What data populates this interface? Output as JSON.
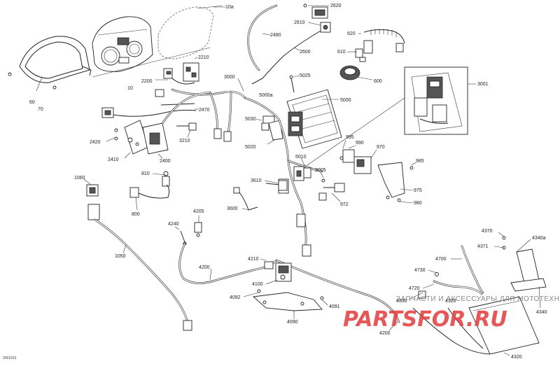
{
  "labels": {
    "l10a": "10a",
    "l10": "10",
    "l60": "60",
    "l70": "70",
    "l2210": "2210",
    "l2200": "2200",
    "l2620": "2620",
    "l2610": "2610",
    "l2480": "2480",
    "l2600": "2600",
    "l620": "620",
    "l610": "610",
    "l600": "600",
    "l3000": "3000",
    "l5025": "5025",
    "l5000a": "5000a",
    "l5000": "5000",
    "l3001": "3001",
    "l2470": "2470",
    "l3210": "3210",
    "l2420": "2420",
    "l2410": "2410",
    "l2400": "2400",
    "l5030": "5030",
    "l5020": "5020",
    "l995": "995",
    "l990": "990",
    "l970": "970",
    "l985": "985",
    "l5010": "5010",
    "l3005": "3005",
    "l975": "975",
    "l980": "980",
    "l810": "810",
    "l1060": "1060",
    "l3610": "3610",
    "l972": "972",
    "l800": "800",
    "l3600": "3600",
    "l4205": "4205",
    "l4240": "4240",
    "l1050": "1050",
    "l4210": "4210",
    "l4200a": "4200",
    "l4100": "4100",
    "l4092": "4092",
    "l4091": "4091",
    "l4090": "4090",
    "l4370": "4370",
    "l4340a": "4340a",
    "l4371": "4371",
    "l4700": "4700",
    "l4730": "4730",
    "l4720": "4720",
    "l4330": "4330",
    "l4320a": "4320",
    "l4340": "4340",
    "l4200b": "4200",
    "l4320b": "4320"
  },
  "watermark": {
    "text": "ЗАПЧАСТИ И АКСЕССУАРЫ ДЛЯ МОТОТЕХНИКИ",
    "logo": "PARTSFOR.RU"
  },
  "ref_code": "2001913",
  "colors": {
    "watermark_red": "#e23b3b",
    "line": "#222222"
  }
}
